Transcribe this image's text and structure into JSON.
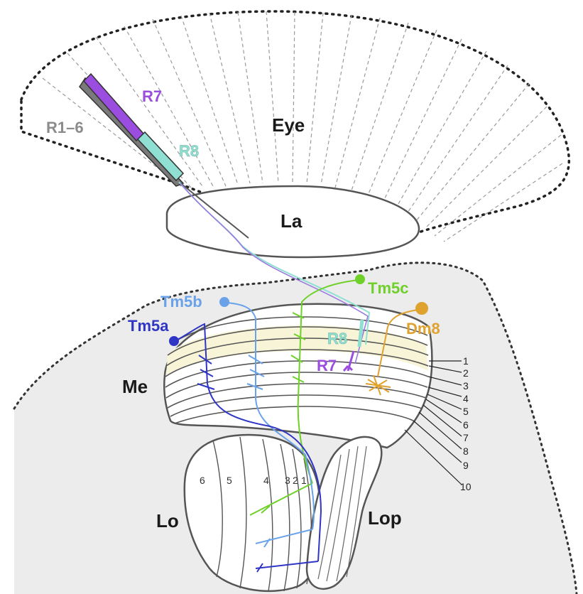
{
  "regions": {
    "eye": "Eye",
    "lamina": "La",
    "medulla": "Me",
    "lobula": "Lo",
    "lobula_plate": "Lop"
  },
  "photoreceptors": {
    "r1_6": "R1–6",
    "r7": "R7",
    "r8": "R8",
    "r7_medulla": "R7",
    "r8_medulla": "R8"
  },
  "neurons": {
    "tm5a": "Tm5a",
    "tm5b": "Tm5b",
    "tm5c": "Tm5c",
    "dm8": "Dm8"
  },
  "medulla_layers": [
    "1",
    "2",
    "3",
    "4",
    "5",
    "6",
    "7",
    "8",
    "9",
    "10"
  ],
  "lobula_layers": [
    "6",
    "5",
    "4",
    "3",
    "2",
    "1"
  ],
  "colors": {
    "r7": "#9b4de0",
    "r8": "#8fe0d2",
    "r1_6": "#8c8c8c",
    "tm5a": "#2f35c4",
    "tm5b": "#6aa2ea",
    "tm5c": "#6fd02a",
    "dm8": "#e0a22e",
    "layer3": "#d77ad8",
    "layer6": "#c86b86",
    "neuropil_bg": "#ededed"
  }
}
